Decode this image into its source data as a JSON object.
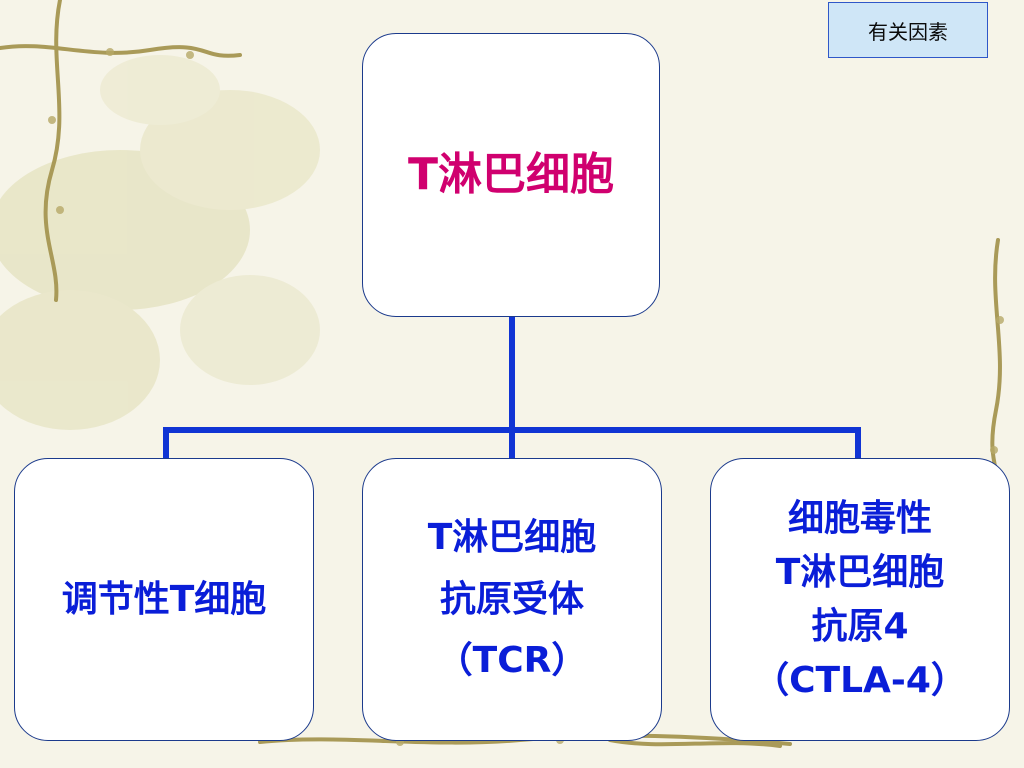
{
  "header": {
    "tag_label": "有关因素"
  },
  "diagram": {
    "root": {
      "lines": [
        "T淋巴细胞"
      ]
    },
    "children": [
      {
        "lines": [
          "调节性T细胞"
        ]
      },
      {
        "lines": [
          "T淋巴细胞",
          "抗原受体",
          "（TCR）"
        ]
      },
      {
        "lines": [
          "细胞毒性",
          "T淋巴细胞",
          "抗原4",
          "（CTLA-4）"
        ]
      }
    ]
  },
  "colors": {
    "root_text": "#d0006f",
    "child_text": "#0a1ed8",
    "connector": "#1034d4",
    "tag_bg": "#cfe6f7"
  }
}
